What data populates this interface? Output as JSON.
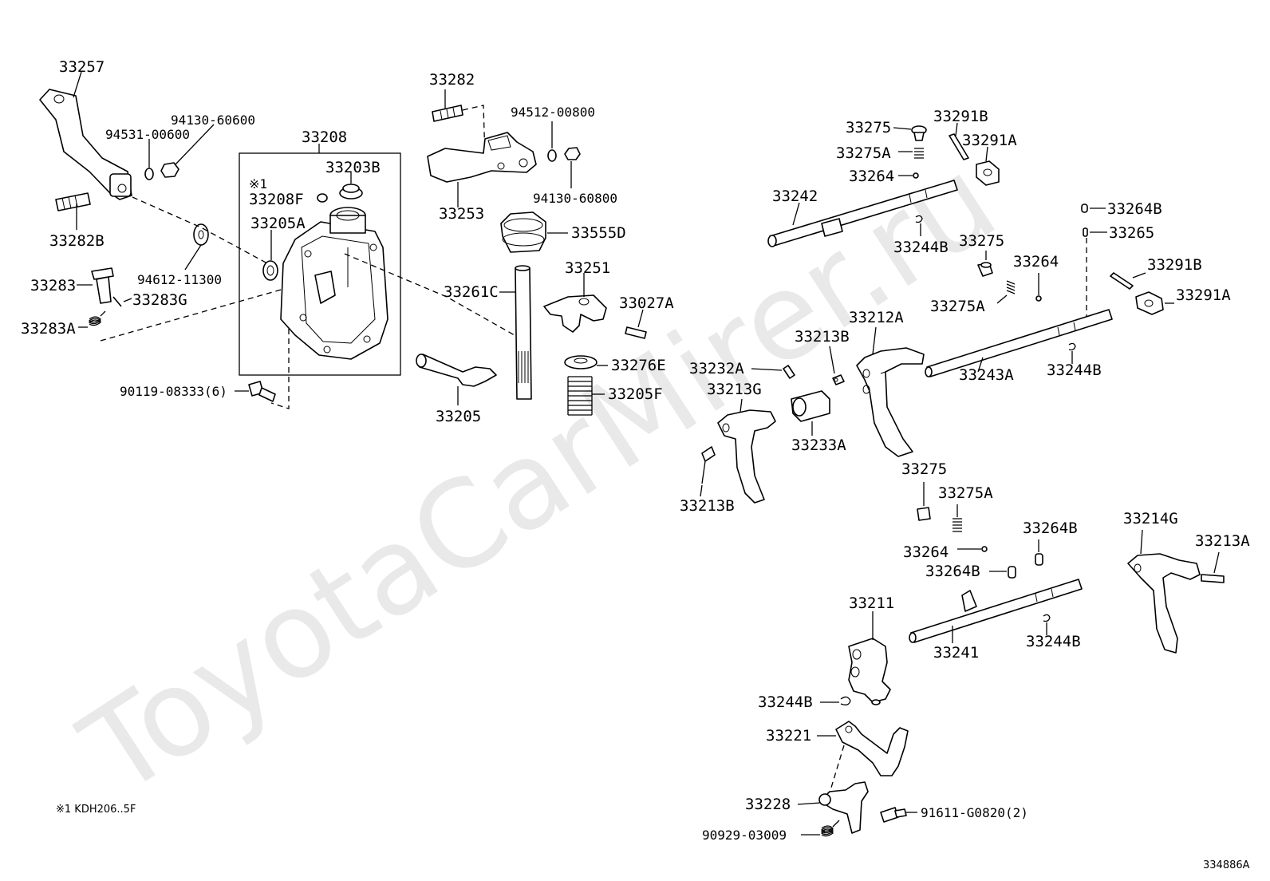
{
  "watermark": "ToyotaCarMirer.ru",
  "footnote_mark": "※1",
  "footnote": "※1 KDH206..5F",
  "diagram_id": "334886A",
  "labels": {
    "p33257": "33257",
    "p94531_00600": "94531-00600",
    "p94130_60600": "94130-60600",
    "p33208": "33208",
    "p33203B": "33203B",
    "p33208F": "33208F",
    "p33205A": "33205A",
    "p33282B": "33282B",
    "p94612_11300": "94612-11300",
    "p33283": "33283",
    "p33283G": "33283G",
    "p33283A": "33283A",
    "p90119_08333": "90119-08333(6)",
    "p33282": "33282",
    "p94512_00800": "94512-00800",
    "p94130_60800": "94130-60800",
    "p33253": "33253",
    "p33555D": "33555D",
    "p33261C": "33261C",
    "p33251": "33251",
    "p33027A": "33027A",
    "p33276E": "33276E",
    "p33205F": "33205F",
    "p33205": "33205",
    "p33275_a": "33275",
    "p33275A_a": "33275A",
    "p33264_a": "33264",
    "p33291B_a": "33291B",
    "p33291A_a": "33291A",
    "p33242": "33242",
    "p33244B_a": "33244B",
    "p33275_b": "33275",
    "p33264_b": "33264",
    "p33275A_b": "33275A",
    "p33264B_a": "33264B",
    "p33265": "33265",
    "p33291B_b": "33291B",
    "p33291A_b": "33291A",
    "p33212A": "33212A",
    "p33213B_a": "33213B",
    "p33232A": "33232A",
    "p33213G": "33213G",
    "p33233A": "33233A",
    "p33213B_b": "33213B",
    "p33243A": "33243A",
    "p33244B_b": "33244B",
    "p33275_c": "33275",
    "p33275A_c": "33275A",
    "p33264_c": "33264",
    "p33264B_b": "33264B",
    "p33264B_c": "33264B",
    "p33214G": "33214G",
    "p33213A": "33213A",
    "p33211": "33211",
    "p33241": "33241",
    "p33244B_c": "33244B",
    "p33244B_d": "33244B",
    "p33221": "33221",
    "p33228": "33228",
    "p91611_G0820": "91611-G0820(2)",
    "p90929_03009": "90929-03009"
  }
}
